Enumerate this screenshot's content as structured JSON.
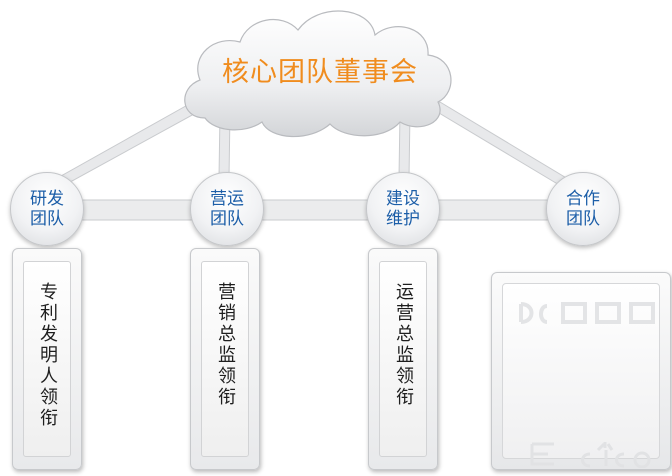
{
  "diagram": {
    "root": {
      "label": "核心团队董事会"
    },
    "teams": [
      {
        "label": "研发团队",
        "lines": [
          "研发",
          "团队"
        ],
        "role": "专利发明人领衔"
      },
      {
        "label": "营运团队",
        "lines": [
          "营运",
          "团队"
        ],
        "role": "营销总监领衔"
      },
      {
        "label": "建设维护",
        "lines": [
          "建设",
          "维护"
        ],
        "role": "运营总监领衔"
      },
      {
        "label": "合作团队",
        "lines": [
          "合作",
          "团队"
        ],
        "role": ""
      }
    ],
    "colors": {
      "root_text": "#f08c1e",
      "team_text": "#1c5ea8",
      "connector": "#e2e3e5",
      "card_text": "#1e1e1e"
    }
  }
}
